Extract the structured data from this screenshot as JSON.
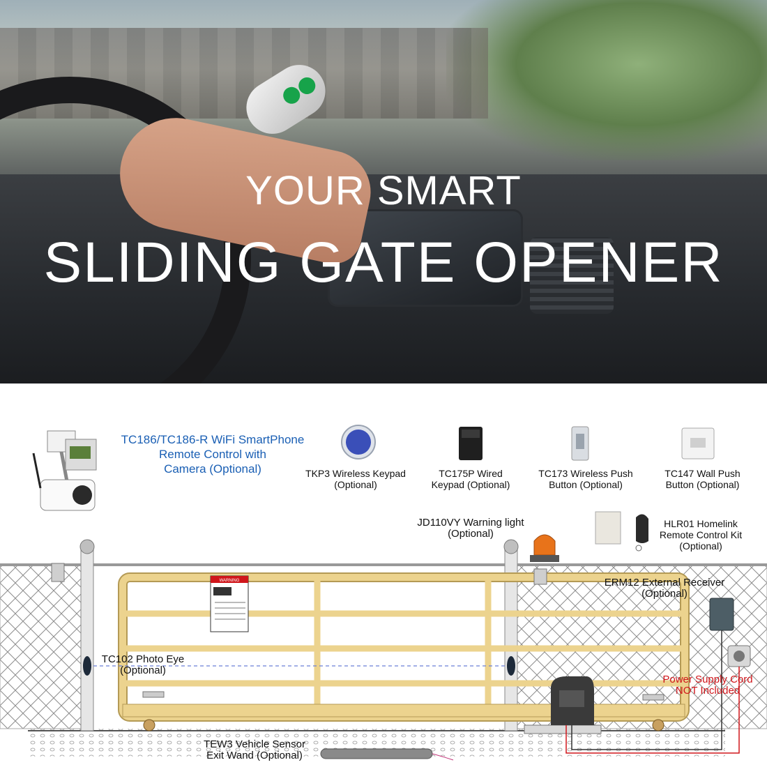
{
  "hero": {
    "title_line1": "YOUR SMART",
    "title_line2": "SLIDING GATE OPENER"
  },
  "accessories": {
    "tc186": "TC186/TC186-R WiFi SmartPhone\nRemote Control with\nCamera (Optional)",
    "tkp3": "TKP3 Wireless Keypad\n(Optional)",
    "tc175p": "TC175P Wired\nKeypad (Optional)",
    "tc173": "TC173 Wireless Push\nButton (Optional)",
    "tc147": "TC147 Wall Push\nButton (Optional)",
    "jd110vy": "JD110VY Warning light\n(Optional)",
    "hlr01": "HLR01 Homelink\nRemote Control Kit\n(Optional)",
    "erm12": "ERM12 External Receiver\n(Optional)",
    "tc102": "TC102  Photo Eye\n(Optional)",
    "power": "Power Supply Cord\nNOT Included",
    "tew3": "TEW3 Vehicle Sensor\nExit Wand (Optional)"
  },
  "sign": {
    "header": "WARNING"
  },
  "colors": {
    "gate": "#ecd38e",
    "gate_stroke": "#b49a55",
    "label_blue": "#1a5fb4",
    "label_red": "#d0161b",
    "green_button": "#17a34a"
  }
}
